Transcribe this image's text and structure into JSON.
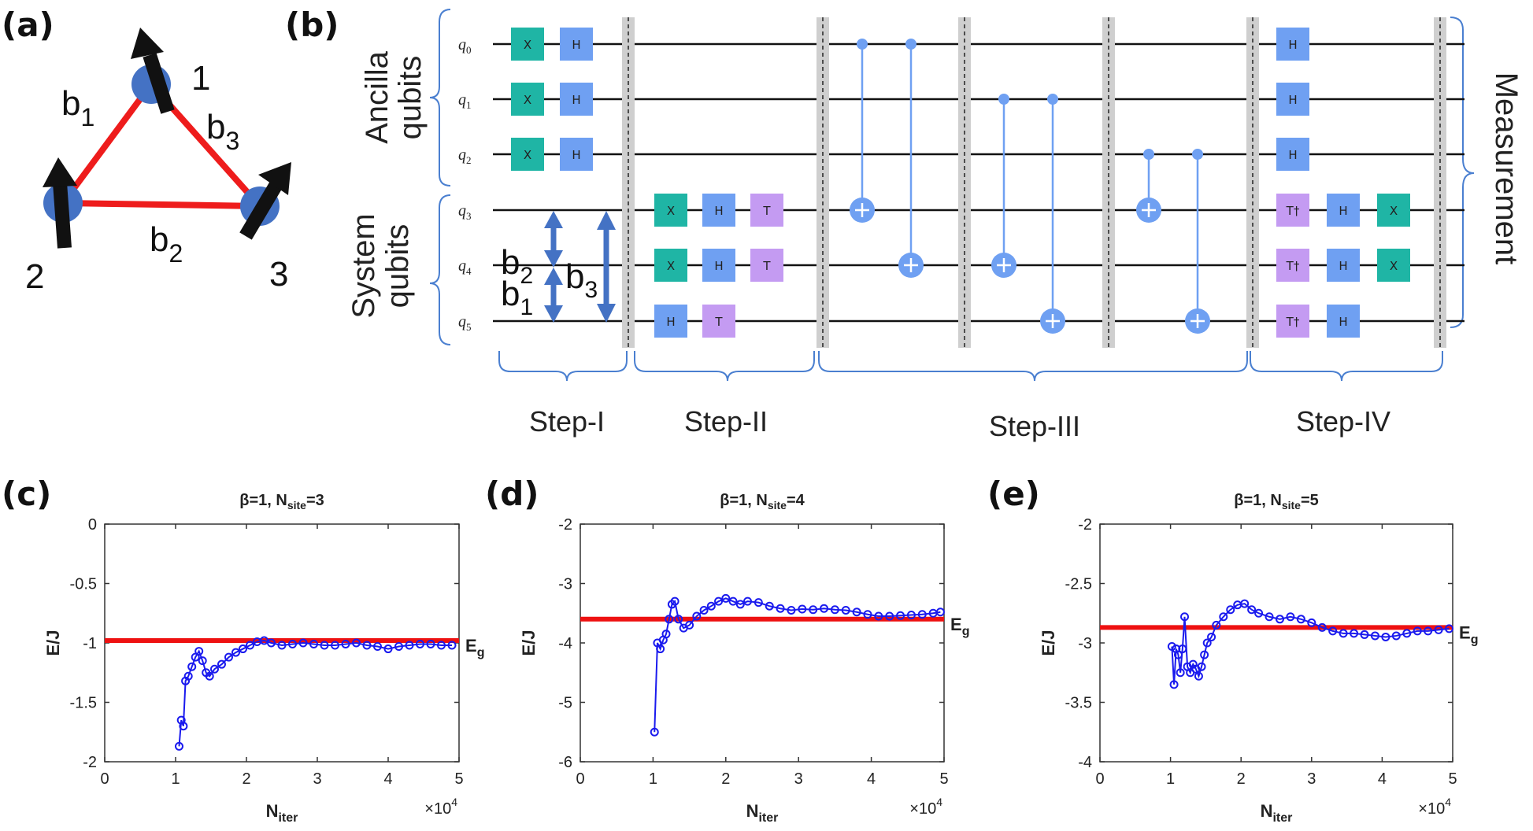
{
  "panels": {
    "a": "(a)",
    "b": "(b)",
    "c": "(c)",
    "d": "(d)",
    "e": "(e)"
  },
  "triangle": {
    "sites": [
      "1",
      "2",
      "3"
    ],
    "bonds": [
      "b",
      "b",
      "b"
    ],
    "bond_subs": [
      "1",
      "2",
      "3"
    ],
    "colors": {
      "edge": "#ee1c1c",
      "site": "#4472c4",
      "spin": "#111111"
    }
  },
  "circuit": {
    "ancilla_label_1": "Ancilla",
    "ancilla_label_2": "qubits",
    "system_label_1": "System",
    "system_label_2": "qubits",
    "measurement_label": "Measurement",
    "qubits": [
      {
        "name": "q",
        "sub": "0"
      },
      {
        "name": "q",
        "sub": "1"
      },
      {
        "name": "q",
        "sub": "2"
      },
      {
        "name": "q",
        "sub": "3"
      },
      {
        "name": "q",
        "sub": "4"
      },
      {
        "name": "q",
        "sub": "5"
      }
    ],
    "bond_b": "b",
    "bond_subs": [
      "2",
      "1",
      "3"
    ],
    "steps": [
      "Step-I",
      "Step-II",
      "Step-III",
      "Step-IV"
    ],
    "gates": [
      {
        "q": 0,
        "col": 0,
        "t": "X",
        "k": "x"
      },
      {
        "q": 0,
        "col": 1,
        "t": "H",
        "k": "h"
      },
      {
        "q": 1,
        "col": 0,
        "t": "X",
        "k": "x"
      },
      {
        "q": 1,
        "col": 1,
        "t": "H",
        "k": "h"
      },
      {
        "q": 2,
        "col": 0,
        "t": "X",
        "k": "x"
      },
      {
        "q": 2,
        "col": 1,
        "t": "H",
        "k": "h"
      },
      {
        "q": 3,
        "col": 2,
        "t": "X",
        "k": "x"
      },
      {
        "q": 3,
        "col": 3,
        "t": "H",
        "k": "h"
      },
      {
        "q": 3,
        "col": 4,
        "t": "T",
        "k": "t"
      },
      {
        "q": 4,
        "col": 2,
        "t": "X",
        "k": "x"
      },
      {
        "q": 4,
        "col": 3,
        "t": "H",
        "k": "h"
      },
      {
        "q": 4,
        "col": 4,
        "t": "T",
        "k": "t"
      },
      {
        "q": 5,
        "col": 2,
        "t": "H",
        "k": "h"
      },
      {
        "q": 5,
        "col": 3,
        "t": "T",
        "k": "t"
      },
      {
        "q": 0,
        "col": 5,
        "t": "H",
        "k": "h"
      },
      {
        "q": 1,
        "col": 5,
        "t": "H",
        "k": "h"
      },
      {
        "q": 2,
        "col": 5,
        "t": "H",
        "k": "h"
      },
      {
        "q": 3,
        "col": 5,
        "t": "T†",
        "k": "t"
      },
      {
        "q": 3,
        "col": 6,
        "t": "H",
        "k": "h"
      },
      {
        "q": 3,
        "col": 7,
        "t": "X",
        "k": "x"
      },
      {
        "q": 4,
        "col": 5,
        "t": "T†",
        "k": "t"
      },
      {
        "q": 4,
        "col": 6,
        "t": "H",
        "k": "h"
      },
      {
        "q": 4,
        "col": 7,
        "t": "X",
        "k": "x"
      },
      {
        "q": 5,
        "col": 5,
        "t": "T†",
        "k": "t"
      },
      {
        "q": 5,
        "col": 6,
        "t": "H",
        "k": "h"
      }
    ],
    "cnots": [
      {
        "c": 0,
        "t": 3,
        "col": 0
      },
      {
        "c": 0,
        "t": 4,
        "col": 1
      },
      {
        "c": 1,
        "t": 4,
        "col": 2
      },
      {
        "c": 1,
        "t": 5,
        "col": 3
      },
      {
        "c": 2,
        "t": 3,
        "col": 4
      },
      {
        "c": 2,
        "t": 5,
        "col": 5
      }
    ],
    "colors": {
      "x": "#1fb5a5",
      "h": "#6fa0f2",
      "t": "#c49bf2",
      "ctrl": "#6fa0f2",
      "barrier": "#cfcfcf",
      "brace": "#4a7fd0",
      "arrow": "#4472c4"
    }
  },
  "chart_data": [
    {
      "type": "line",
      "title": "β=1, N",
      "title_sub": "site",
      "title_end": "=3",
      "xlabel": "N",
      "xlabel_sub": "iter",
      "ylabel": "E/J",
      "x_multiplier": "×10",
      "x_multiplier_exp": "4",
      "xlim": [
        0,
        5
      ],
      "ylim": [
        -2,
        0
      ],
      "xticks": [
        "0",
        "1",
        "2",
        "3",
        "4",
        "5"
      ],
      "yticks": [
        "0",
        "-0.5",
        "-1",
        "-1.5",
        "-2"
      ],
      "ground_energy": -0.98,
      "ground_label": "E",
      "ground_sub": "g",
      "series": [
        {
          "x": [
            1.05,
            1.08,
            1.11,
            1.14,
            1.18,
            1.23,
            1.28,
            1.33,
            1.38,
            1.43,
            1.48,
            1.55,
            1.65,
            1.75,
            1.85,
            1.95,
            2.05,
            2.15,
            2.25,
            2.35,
            2.5,
            2.65,
            2.8,
            2.95,
            3.1,
            3.25,
            3.4,
            3.55,
            3.7,
            3.85,
            4.0,
            4.15,
            4.3,
            4.45,
            4.6,
            4.75,
            4.9
          ],
          "y": [
            -1.87,
            -1.65,
            -1.7,
            -1.32,
            -1.28,
            -1.2,
            -1.12,
            -1.07,
            -1.15,
            -1.25,
            -1.28,
            -1.22,
            -1.18,
            -1.12,
            -1.08,
            -1.05,
            -1.02,
            -0.99,
            -0.98,
            -1.0,
            -1.02,
            -1.01,
            -1.0,
            -1.01,
            -1.02,
            -1.02,
            -1.01,
            -1.0,
            -1.02,
            -1.03,
            -1.05,
            -1.03,
            -1.02,
            -1.01,
            -1.01,
            -1.02,
            -1.02
          ]
        }
      ],
      "colors": {
        "series": "#1a1aee",
        "ground": "#ee1111"
      }
    },
    {
      "type": "line",
      "title": "β=1, N",
      "title_sub": "site",
      "title_end": "=4",
      "xlabel": "N",
      "xlabel_sub": "iter",
      "ylabel": "E/J",
      "x_multiplier": "×10",
      "x_multiplier_exp": "4",
      "xlim": [
        0,
        5
      ],
      "ylim": [
        -6,
        -2
      ],
      "xticks": [
        "0",
        "1",
        "2",
        "3",
        "4",
        "5"
      ],
      "yticks": [
        "-2",
        "-3",
        "-4",
        "-5",
        "-6"
      ],
      "ground_energy": -3.6,
      "ground_label": "E",
      "ground_sub": "g",
      "series": [
        {
          "x": [
            1.02,
            1.06,
            1.1,
            1.14,
            1.18,
            1.22,
            1.26,
            1.3,
            1.35,
            1.42,
            1.5,
            1.6,
            1.7,
            1.8,
            1.9,
            2.0,
            2.1,
            2.2,
            2.3,
            2.45,
            2.6,
            2.75,
            2.9,
            3.05,
            3.2,
            3.35,
            3.5,
            3.65,
            3.8,
            3.95,
            4.1,
            4.25,
            4.4,
            4.55,
            4.7,
            4.85,
            4.95
          ],
          "y": [
            -5.5,
            -4.0,
            -4.1,
            -3.95,
            -3.85,
            -3.6,
            -3.35,
            -3.3,
            -3.6,
            -3.75,
            -3.7,
            -3.55,
            -3.45,
            -3.38,
            -3.3,
            -3.25,
            -3.3,
            -3.35,
            -3.3,
            -3.32,
            -3.38,
            -3.42,
            -3.45,
            -3.43,
            -3.44,
            -3.42,
            -3.44,
            -3.45,
            -3.48,
            -3.52,
            -3.55,
            -3.55,
            -3.54,
            -3.53,
            -3.52,
            -3.5,
            -3.48
          ]
        }
      ],
      "colors": {
        "series": "#1a1aee",
        "ground": "#ee1111"
      }
    },
    {
      "type": "line",
      "title": "β=1, N",
      "title_sub": "site",
      "title_end": "=5",
      "xlabel": "N",
      "xlabel_sub": "iter",
      "ylabel": "E/J",
      "x_multiplier": "×10",
      "x_multiplier_exp": "4",
      "xlim": [
        0,
        5
      ],
      "ylim": [
        -4,
        -2
      ],
      "xticks": [
        "0",
        "1",
        "2",
        "3",
        "4",
        "5"
      ],
      "yticks": [
        "-2",
        "-2.5",
        "-3",
        "-3.5",
        "-4"
      ],
      "ground_energy": -2.87,
      "ground_label": "E",
      "ground_sub": "g",
      "series": [
        {
          "x": [
            1.02,
            1.05,
            1.08,
            1.11,
            1.14,
            1.17,
            1.2,
            1.24,
            1.28,
            1.32,
            1.36,
            1.4,
            1.44,
            1.48,
            1.52,
            1.58,
            1.65,
            1.75,
            1.85,
            1.95,
            2.05,
            2.15,
            2.25,
            2.4,
            2.55,
            2.7,
            2.85,
            3.0,
            3.15,
            3.3,
            3.45,
            3.6,
            3.75,
            3.9,
            4.05,
            4.2,
            4.35,
            4.5,
            4.65,
            4.8,
            4.95
          ],
          "y": [
            -3.03,
            -3.35,
            -3.05,
            -3.1,
            -3.25,
            -3.05,
            -2.78,
            -3.2,
            -3.25,
            -3.18,
            -3.22,
            -3.28,
            -3.2,
            -3.1,
            -3.0,
            -2.95,
            -2.85,
            -2.78,
            -2.72,
            -2.68,
            -2.67,
            -2.72,
            -2.75,
            -2.78,
            -2.8,
            -2.78,
            -2.8,
            -2.83,
            -2.87,
            -2.9,
            -2.92,
            -2.92,
            -2.93,
            -2.94,
            -2.95,
            -2.94,
            -2.92,
            -2.9,
            -2.9,
            -2.89,
            -2.88
          ]
        }
      ],
      "colors": {
        "series": "#1a1aee",
        "ground": "#ee1111"
      }
    }
  ]
}
